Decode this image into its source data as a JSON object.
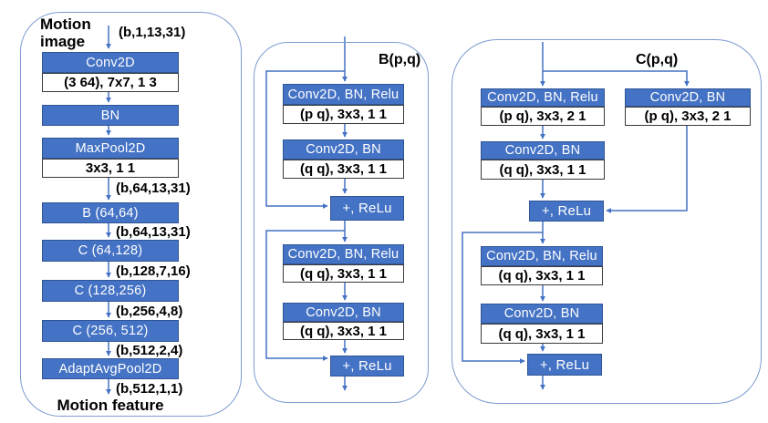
{
  "colors": {
    "box_blue": "#4472C4",
    "box_blue_border": "#2F5597",
    "wire_blue": "#4472C4",
    "panel_border": "#7E9BD0",
    "params_border": "#3a3a3a"
  },
  "left": {
    "input_label": "Motion image",
    "input_shape": "(b,1,13,31)",
    "nodes": {
      "conv": {
        "header": "Conv2D",
        "params": "(3 64), 7x7, 1 3"
      },
      "bn": {
        "header": "BN"
      },
      "maxpool": {
        "header": "MaxPool2D",
        "params": "3x3, 1 1"
      },
      "b1": {
        "header": "B (64,64)"
      },
      "c1": {
        "header": "C (64,128)"
      },
      "c2": {
        "header": "C (128,256)"
      },
      "c3": {
        "header": "C (256, 512)"
      },
      "avgpool": {
        "header": "AdaptAvgPool2D"
      }
    },
    "annotations": {
      "after_maxpool": "(b,64,13,31)",
      "after_b1": "(b,64,13,31)",
      "after_c1": "(b,128,7,16)",
      "after_c2": "(b,256,4,8)",
      "after_c3": "(b,512,2,4)",
      "after_avgpool": "(b,512,1,1)"
    },
    "output_label": "Motion feature"
  },
  "block_b": {
    "title": "B(p,q)",
    "conv1": {
      "header": "Conv2D, BN, Relu",
      "params": "(p q), 3x3, 1 1"
    },
    "conv2": {
      "header": "Conv2D, BN",
      "params": "(q q), 3x3, 1 1"
    },
    "add1": "+, ReLu",
    "conv3": {
      "header": "Conv2D, BN, Relu",
      "params": "(q q), 3x3, 1 1"
    },
    "conv4": {
      "header": "Conv2D, BN",
      "params": "(q q), 3x3, 1 1"
    },
    "add2": "+, ReLu"
  },
  "block_c": {
    "title": "C(p,q)",
    "conv1": {
      "header": "Conv2D, BN, Relu",
      "params": "(p q), 3x3, 2 1"
    },
    "shortcut": {
      "header": "Conv2D, BN",
      "params": "(p q), 3x3, 2 1"
    },
    "conv2": {
      "header": "Conv2D, BN",
      "params": "(q q), 3x3, 1 1"
    },
    "add1": "+, ReLu",
    "conv3": {
      "header": "Conv2D, BN, Relu",
      "params": "(q q), 3x3, 1 1"
    },
    "conv4": {
      "header": "Conv2D, BN",
      "params": "(q q), 3x3, 1 1"
    },
    "add2": "+, ReLu"
  }
}
